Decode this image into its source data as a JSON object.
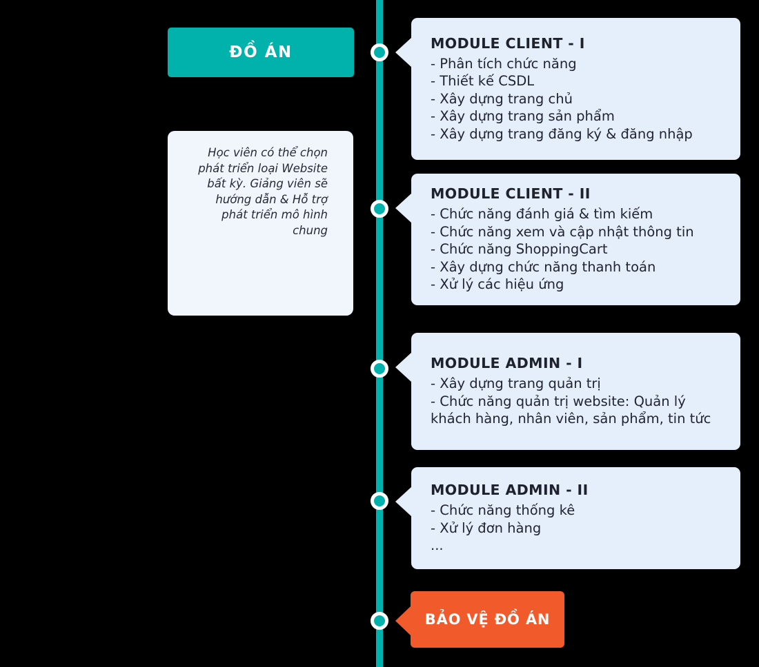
{
  "palette": {
    "teal": "#00b1ac",
    "module_box_bg": "#e5eefb",
    "note_box_bg": "#f1f5fc",
    "orange": "#f15b2b",
    "text_dark": "#20252e",
    "page_background": "#000000"
  },
  "left_column": {
    "project_label": "ĐỒ ÁN",
    "note_text": "Học viên có thể chọn phát triển loại Website bất kỳ. Giảng viên sẽ hướng dẫn & Hỗ trợ phát triển mô hình chung"
  },
  "modules": [
    {
      "title": "MODULE CLIENT - I",
      "items": [
        "- Phân tích chức năng",
        "- Thiết kế CSDL",
        "- Xây dựng trang chủ",
        "- Xây dựng trang sản phẩm",
        "- Xây dựng trang đăng ký & đăng nhập"
      ]
    },
    {
      "title": "MODULE CLIENT - II",
      "items": [
        "- Chức năng đánh giá & tìm kiếm",
        "- Chức năng xem và cập nhật thông tin",
        "- Chức năng ShoppingCart",
        "- Xây dựng chức năng thanh toán",
        "- Xử lý các hiệu ứng"
      ]
    },
    {
      "title": "MODULE ADMIN - I",
      "items": [
        "- Xây dựng trang quản trị",
        "- Chức năng quản trị website: Quản lý khách hàng, nhân viên, sản phẩm, tin tức"
      ]
    },
    {
      "title": "MODULE ADMIN - II",
      "items": [
        "- Chức năng thống kê",
        "- Xử lý đơn hàng",
        "..."
      ]
    }
  ],
  "footer": {
    "defense_label": "BẢO VỆ ĐỒ ÁN"
  }
}
